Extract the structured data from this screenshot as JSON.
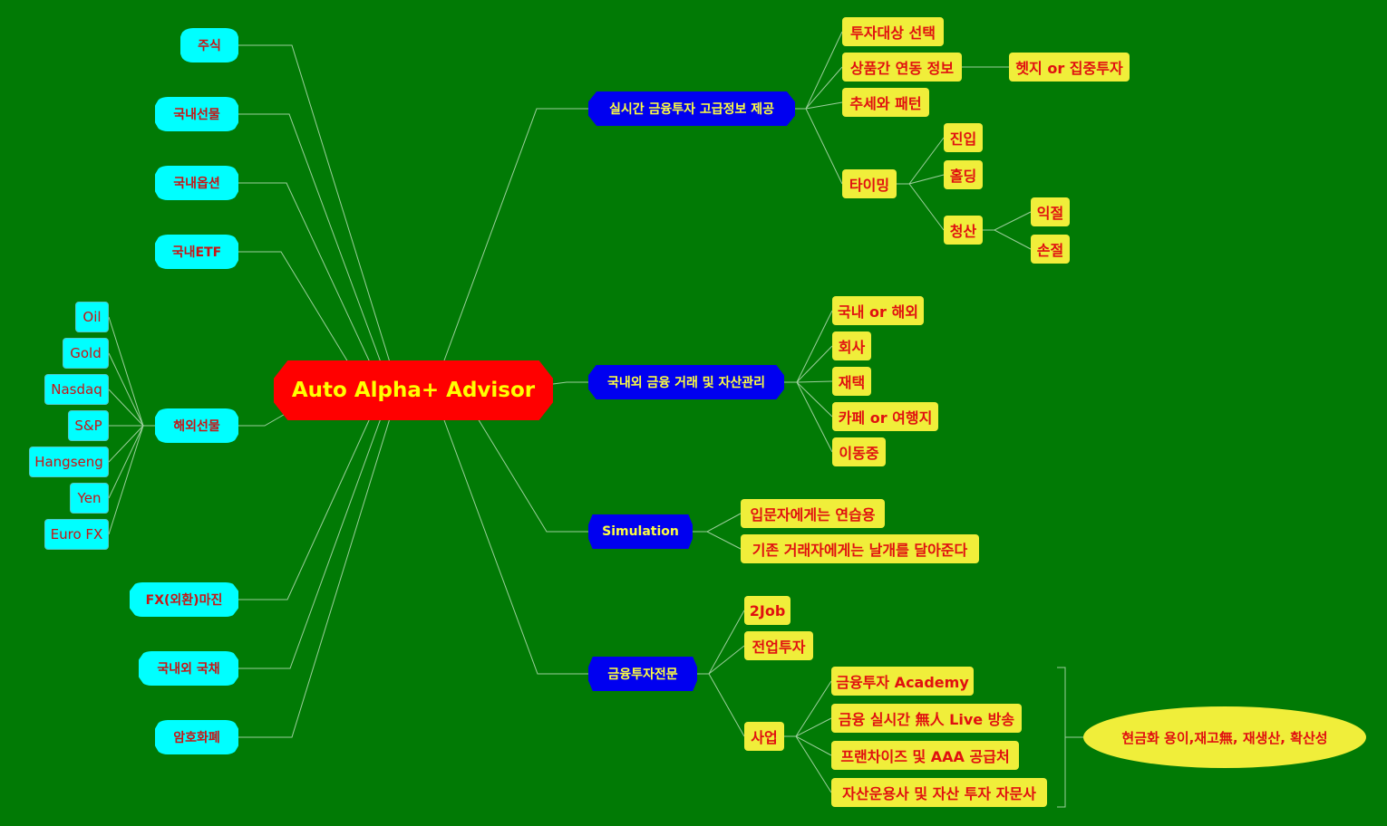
{
  "center": "Auto Alpha+ Advisor",
  "left": {
    "items": [
      "주식",
      "국내선물",
      "국내옵션",
      "국내ETF",
      "해외선물",
      "FX(외환)마진",
      "국내외 국채",
      "암호화폐"
    ],
    "overseas_children": [
      "Oil",
      "Gold",
      "Nasdaq",
      "S&P",
      "Hangseng",
      "Yen",
      "Euro FX"
    ]
  },
  "branches": [
    {
      "label": "실시간 금융투자 고급정보 제공",
      "children": [
        "투자대상 선택",
        "상품간 연동 정보",
        "추세와 패턴",
        "타이밍"
      ],
      "linkage_child": "헷지 or 집중투자",
      "timing_children": [
        "진입",
        "홀딩",
        "청산"
      ],
      "exit_children": [
        "익절",
        "손절"
      ]
    },
    {
      "label": "국내외 금융 거래 및 자산관리",
      "children": [
        "국내 or 해외",
        "회사",
        "재택",
        "카페 or 여행지",
        "이동중"
      ]
    },
    {
      "label": "Simulation",
      "children": [
        "입문자에게는 연습용",
        "기존 거래자에게는 날개를 달아준다"
      ]
    },
    {
      "label": "금융투자전문",
      "children": [
        "2Job",
        "전업투자",
        "사업"
      ],
      "business_children": [
        "금융투자 Academy",
        "금융 실시간  無人 Live 방송",
        "프랜차이즈 및  AAA 공급처",
        "자산운용사 및 자산 투자 자문사"
      ],
      "summary": "현금화 용이,재고無, 재생산, 확산성"
    }
  ],
  "colors": {
    "background": "#017a05",
    "line": "#9ccf9c",
    "center_fill": "#ff0000",
    "branch_fill": "#0000f0",
    "leaf_fill": "#f0ee3a",
    "left_fill": "#00ffff"
  }
}
